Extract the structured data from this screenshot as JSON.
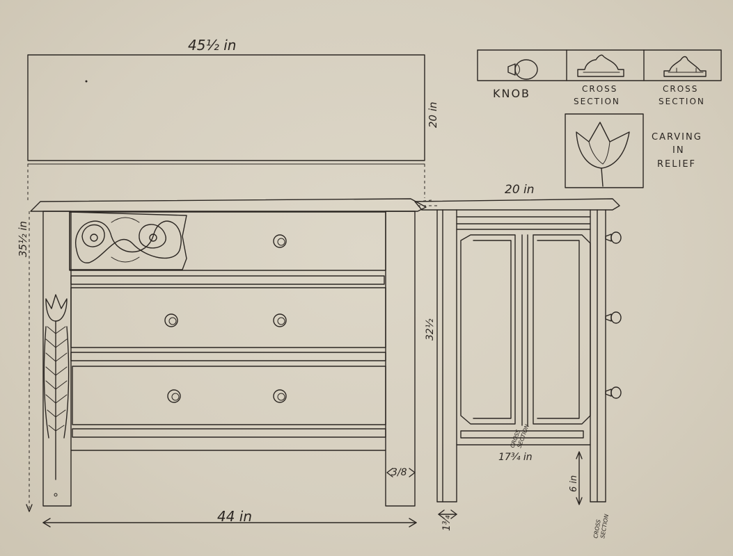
{
  "dimensions": {
    "top_width": "45½ in",
    "top_depth": "20 in",
    "height": "35½ in",
    "base_width": "44 in",
    "side_depth": "20 in",
    "side_height": "32½",
    "side_inner": "17¾ in",
    "leg_gap": "6 in",
    "front_leg": "3/8",
    "side_leg": "1¾"
  },
  "labels": {
    "knob": "KNOB",
    "cross_section_1_a": "CROSS",
    "cross_section_1_b": "SECTION",
    "cross_section_2_a": "CROSS",
    "cross_section_2_b": "SECTION",
    "carving_a": "CARVING",
    "carving_b": "IN",
    "carving_c": "RELIEF",
    "small_cross_section_a": "CROSS",
    "small_cross_section_b": "SECTION",
    "bottom_cross_section_a": "CROSS",
    "bottom_cross_section_b": "SECTION"
  }
}
